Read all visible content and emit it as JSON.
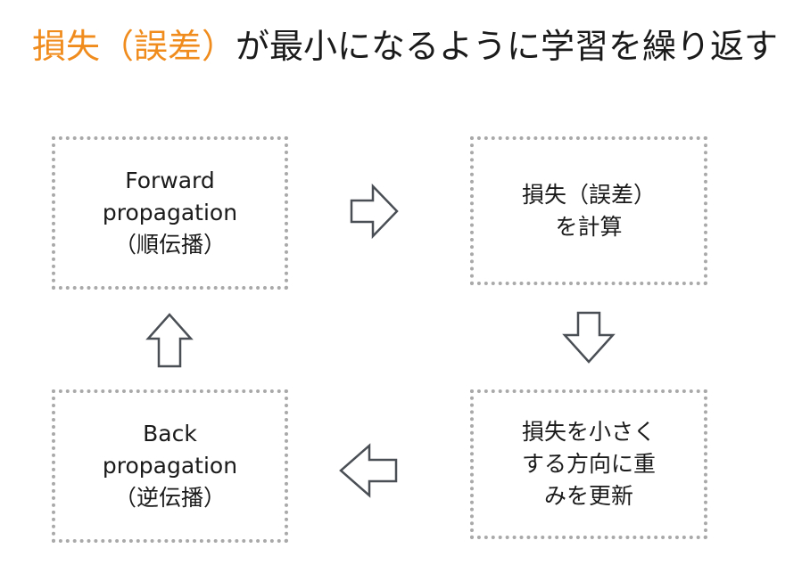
{
  "title": {
    "accent": "損失（誤差）",
    "rest": "が最小になるように学習を繰り返す",
    "accent_color": "#f08c1e"
  },
  "boxes": {
    "forward": {
      "lines": [
        "Forward",
        "propagation",
        "（順伝播）"
      ]
    },
    "loss": {
      "lines": [
        "損失（誤差）",
        "を計算"
      ]
    },
    "update": {
      "lines": [
        "損失を小さく",
        "する方向に重",
        "みを更新"
      ]
    },
    "back": {
      "lines": [
        "Back",
        "propagation",
        "（逆伝播）"
      ]
    }
  },
  "arrows": {
    "forward_to_loss": "arrow-right-icon",
    "loss_to_update": "arrow-down-icon",
    "update_to_back": "arrow-left-icon",
    "back_to_forward": "arrow-up-icon"
  },
  "colors": {
    "border": "#a9a9a9",
    "arrow_stroke": "#4a4f55",
    "text": "#1a1a1a"
  }
}
